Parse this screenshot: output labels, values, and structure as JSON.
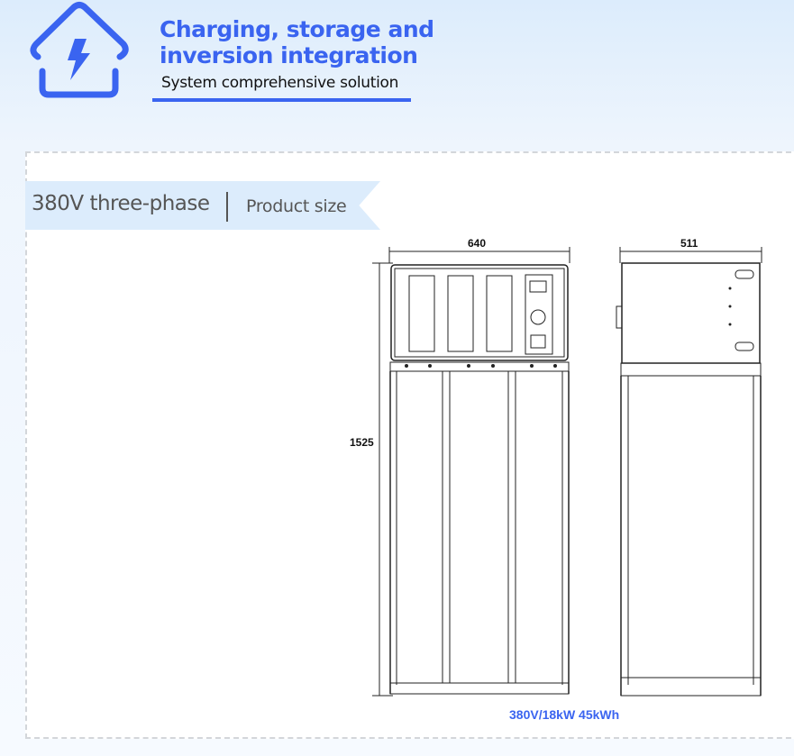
{
  "header": {
    "title_line1": "Charging, storage and",
    "title_line2": "inversion integration",
    "subtitle": "System comprehensive solution",
    "icon": "house-lightning-icon",
    "accent": "#3a64f0"
  },
  "section": {
    "tag": "380V three-phase",
    "label": "Product size"
  },
  "drawing": {
    "front_width": "640",
    "side_depth": "511",
    "height": "1525",
    "caption": "380V/18kW 45kWh"
  }
}
